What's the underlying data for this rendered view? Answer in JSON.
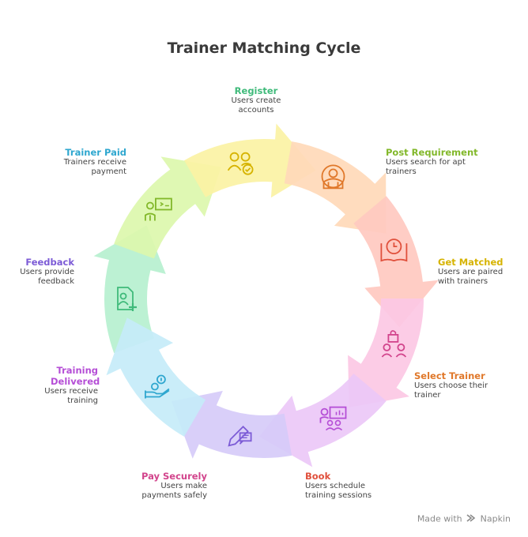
{
  "title": "Trainer Matching Cycle",
  "steps": [
    {
      "title": "Register",
      "desc": "Users create accounts",
      "color": "#3fba7a",
      "fill": "#b6f0cf",
      "icon": "register-user-icon"
    },
    {
      "title": "Post Requirement",
      "desc": "Users search for apt trainers",
      "color": "#82b82a",
      "fill": "#dcf7ad",
      "icon": "presentation-person-icon"
    },
    {
      "title": "Get Matched",
      "desc": "Users are paired with trainers",
      "color": "#d6b300",
      "fill": "#fbf2a4",
      "icon": "users-check-icon"
    },
    {
      "title": "Select Trainer",
      "desc": "Users choose their trainer",
      "color": "#e0782a",
      "fill": "#ffd9b8",
      "icon": "trainer-badge-icon"
    },
    {
      "title": "Book",
      "desc": "Users schedule training sessions",
      "color": "#e0503c",
      "fill": "#ffc9c0",
      "icon": "book-clock-icon"
    },
    {
      "title": "Pay Securely",
      "desc": "Users make payments safely",
      "color": "#d2448c",
      "fill": "#fcc8e4",
      "icon": "secure-pay-icon"
    },
    {
      "title": "Training Delivered",
      "desc": "Users receive training",
      "color": "#b54ed6",
      "fill": "#ecc8f7",
      "icon": "training-group-icon"
    },
    {
      "title": "Feedback",
      "desc": "Users provide feedback",
      "color": "#7c5bd6",
      "fill": "#d6cbf9",
      "icon": "pen-message-icon"
    },
    {
      "title": "Trainer Paid",
      "desc": "Trainers receive payment",
      "color": "#2fa7cf",
      "fill": "#c6ecf9",
      "icon": "hand-coins-icon"
    }
  ],
  "footer": {
    "made_with": "Made with",
    "brand": "Napkin"
  }
}
